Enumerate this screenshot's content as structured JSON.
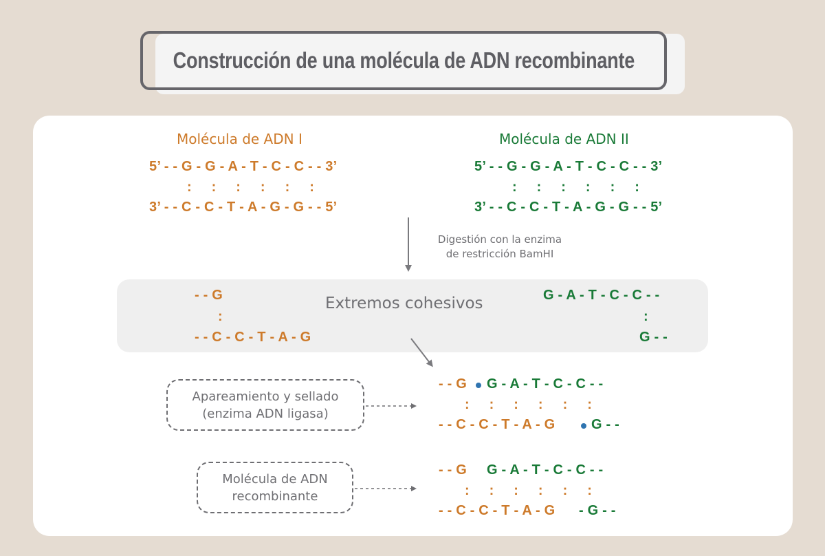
{
  "title": "Construcción de una molécula de ADN recombinante",
  "colors": {
    "background": "#e5dcd2",
    "panel": "#ffffff",
    "molecule_1": "#cd7a2a",
    "molecule_2": "#197a37",
    "junction_dot": "#2f74b0",
    "text_gray": "#6f6f73"
  },
  "molecule_1": {
    "title": "Molécula de ADN I",
    "top_strand": "5’ - - G - G - A - T - C - C - - 3’",
    "pairs": ":     :     :     :     :     :",
    "bottom_strand": "3’ - - C - C - T - A - G - G - - 5’"
  },
  "molecule_2": {
    "title": "Molécula de ADN II",
    "top_strand": "5’ - - G - G - A - T - C - C - - 3’",
    "pairs": ":     :     :     :     :     :",
    "bottom_strand": "3’ - - C - C - T - A - G - G - - 5’"
  },
  "digestion_caption": {
    "line1": "Digestión con la enzima",
    "line2": "de restricción BamHI"
  },
  "sticky_ends": {
    "label": "Extremos cohesivos",
    "left_top": "- - G",
    "left_pair": ":",
    "left_bottom": "- - C - C - T - A - G",
    "right_top": "G - A - T - C - C - -",
    "right_pair": ":",
    "right_bottom": "G - -"
  },
  "annealing": {
    "label_line1": "Apareamiento y sellado",
    "label_line2": "(enzima ADN ligasa)",
    "top_left": "- - G",
    "top_right": "G - A - T - C - C - -",
    "pairs": ":     :     :     :     :     :",
    "bottom_left": "- - C - C - T - A - G",
    "bottom_right": "G - -"
  },
  "recombinant": {
    "label_line1": "Molécula de ADN",
    "label_line2": "recombinante",
    "top_left": "- - G",
    "top_right": "G - A - T - C - C - -",
    "pairs": ":     :     :     :     :     :",
    "bottom_left": "- - C - C - T - A - G",
    "bottom_right": "- G - -"
  }
}
